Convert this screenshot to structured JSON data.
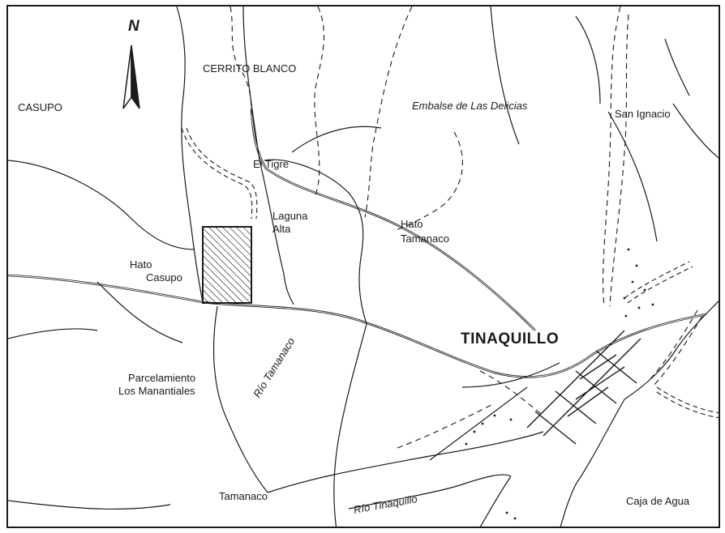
{
  "north_label": "N",
  "places": {
    "cerrito_blanco": "CERRITO BLANCO",
    "casupo": "CASUPO",
    "el_tigre": "El Tigre",
    "laguna_alta_1": "Laguna",
    "laguna_alta_2": "Alta",
    "embalse": "Embalse de Las Delicias",
    "san_ignacio": "San Ignacio",
    "hato_tamanaco_1": "Hato",
    "hato_tamanaco_2": "Tamanaco",
    "hato_casupo_1": "Hato",
    "hato_casupo_2": "Casupo",
    "tinaquillo": "TINAQUILLO",
    "parcelamiento_1": "Parcelamiento",
    "parcelamiento_2": "Los Manantiales",
    "rio_tamanaco": "Río Tamanaco",
    "rio_tinaquillo": "Río Tinaquillo",
    "tamanaco": "Tamanaco",
    "caja_de_agua": "Caja de Agua"
  },
  "colors": {
    "ink": "#1a1a1a",
    "paper": "#ffffff"
  }
}
